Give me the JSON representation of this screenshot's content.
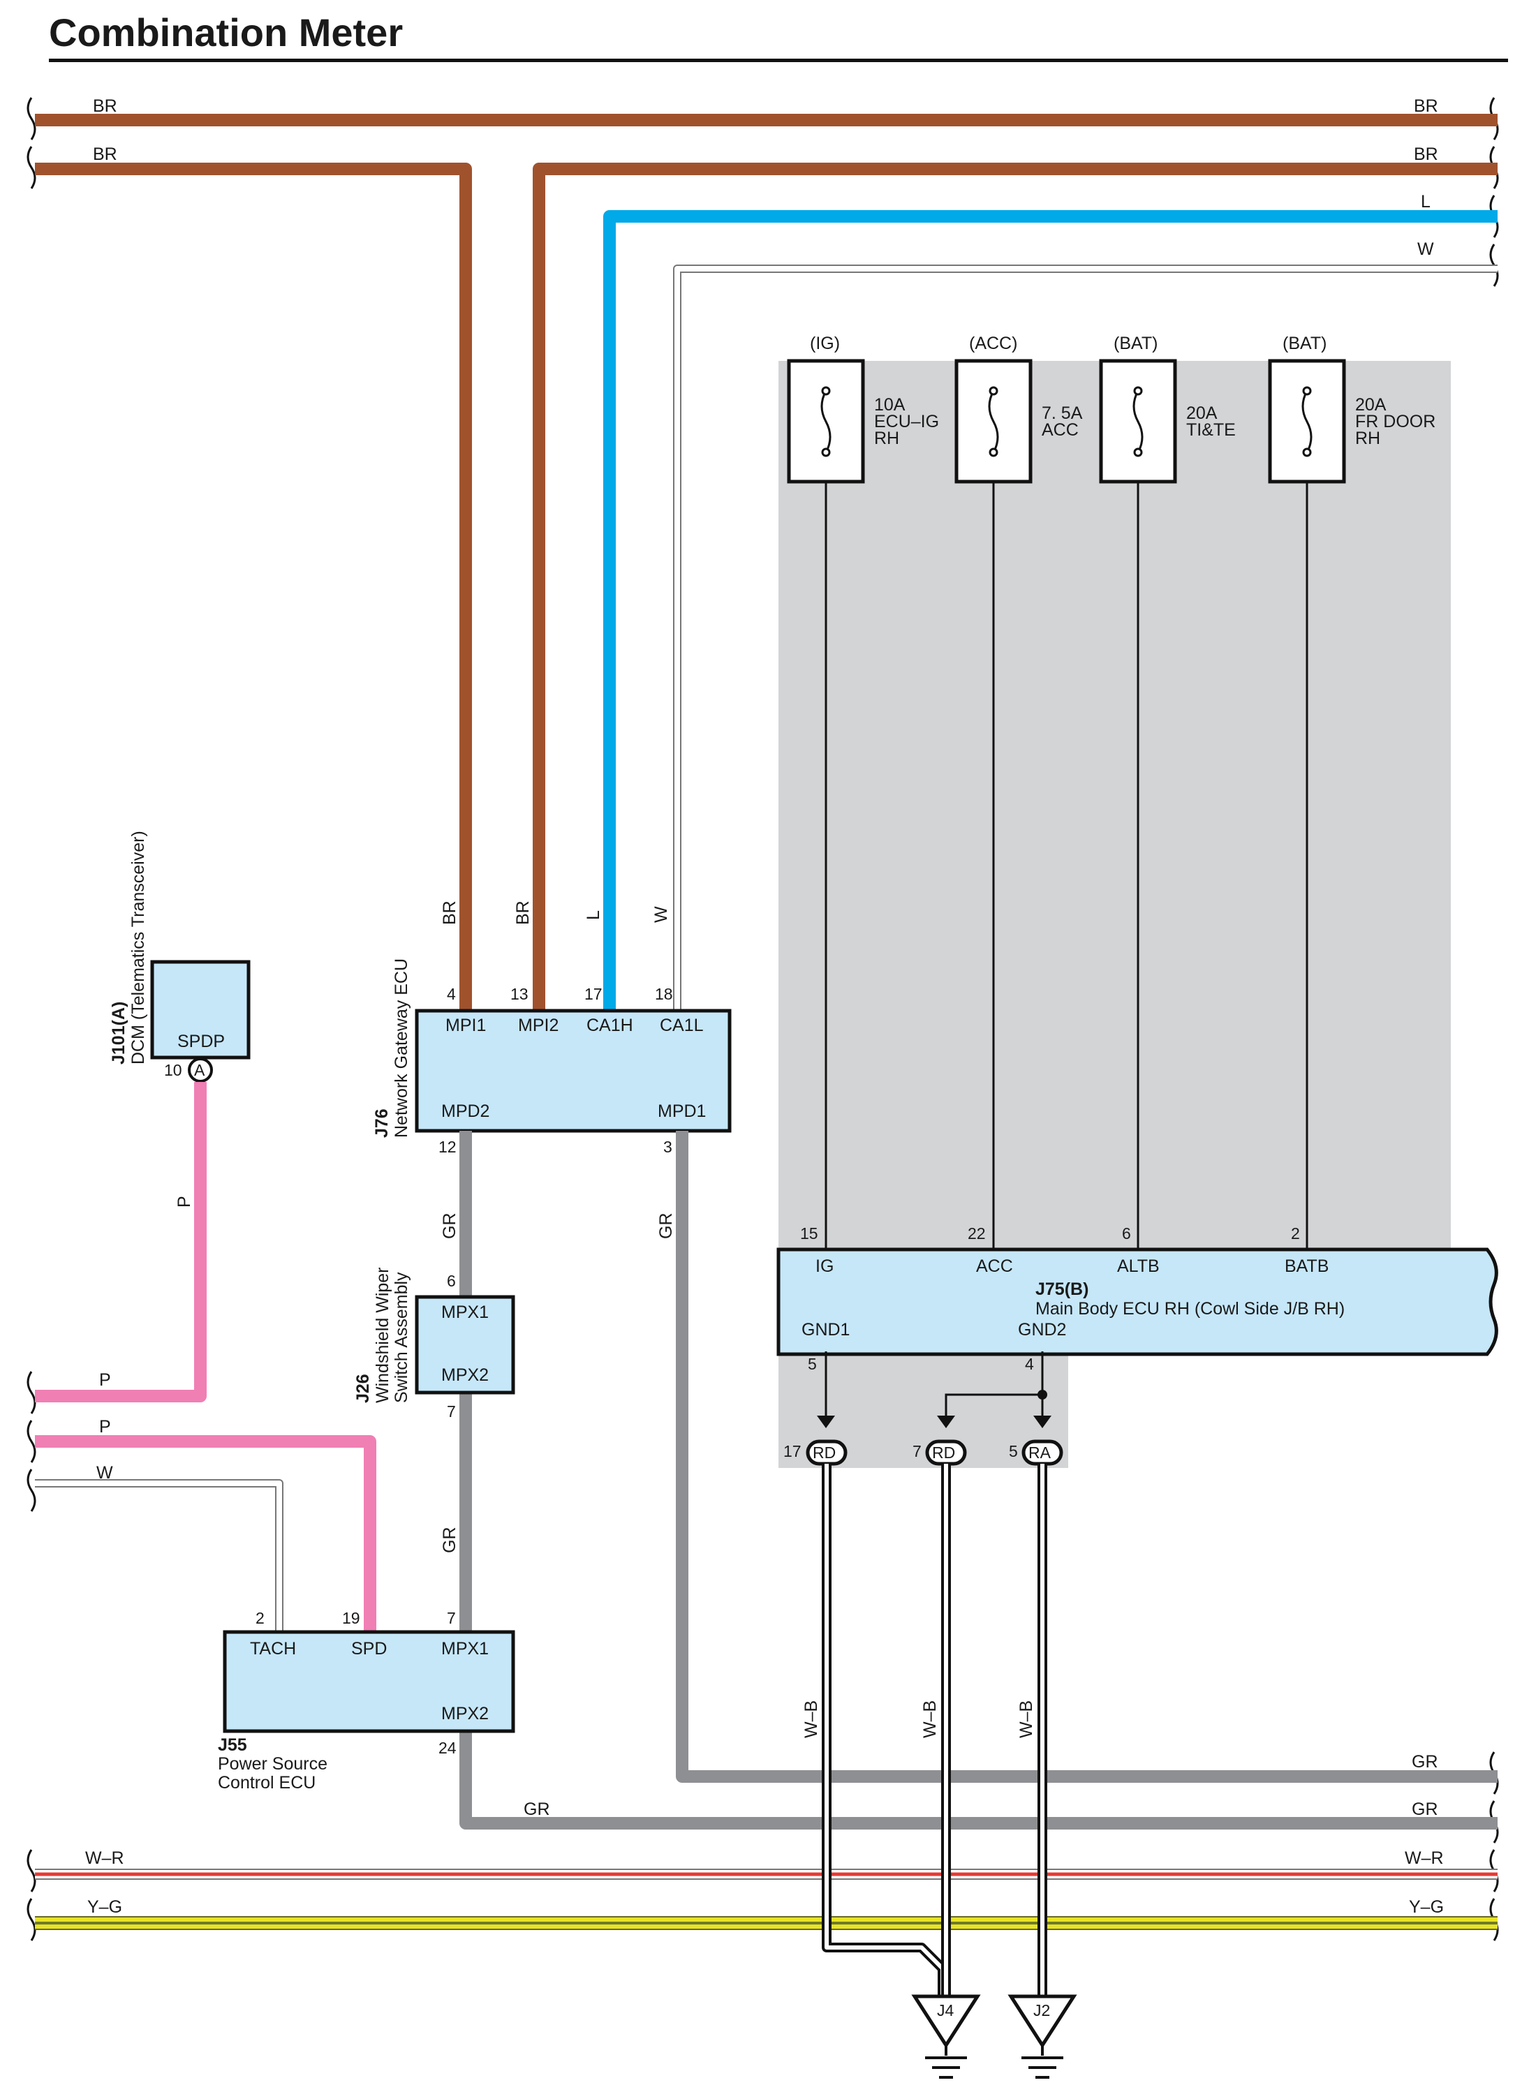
{
  "title": "Combination Meter",
  "colors": {
    "BR": "#a0522d",
    "L": "#00a9e8",
    "GR": "#8e8f93",
    "P": "#f07fb4",
    "W": "#9a9a9a",
    "WR": "#e53a34",
    "YG": "#e8e426",
    "ecu_fill": "#c6e7f8",
    "shade": "#d3d4d6"
  },
  "wires": {
    "br1": "BR",
    "br2": "BR",
    "l": "L",
    "w": "W",
    "p1": "P",
    "p2": "P",
    "w2": "W",
    "gr1": "GR",
    "gr2": "GR",
    "wr": "W–R",
    "yg": "Y–G",
    "wb": "W–B",
    "gr": "GR"
  },
  "dcm": {
    "id": "J101(A)",
    "name": "DCM (Telematics Transceiver)",
    "terminal": "SPDP",
    "pin": "10",
    "connector": "A"
  },
  "gateway": {
    "id": "J76",
    "name": "Network Gateway ECU",
    "pins": {
      "mpi1": "4",
      "mpi2": "13",
      "ca1h": "17",
      "ca1l": "18",
      "mpd2": "12",
      "mpd1": "3"
    },
    "terminals": {
      "mpi1": "MPI1",
      "mpi2": "MPI2",
      "ca1h": "CA1H",
      "ca1l": "CA1L",
      "mpd2": "MPD2",
      "mpd1": "MPD1"
    }
  },
  "wiper": {
    "id": "J26",
    "name_line1": "Windshield Wiper",
    "name_line2": "Switch Assembly",
    "pins": {
      "top": "6",
      "bottom": "7"
    },
    "terminals": {
      "top": "MPX1",
      "bottom": "MPX2"
    }
  },
  "power_ecu": {
    "id": "J55",
    "name_line1": "Power Source",
    "name_line2": "Control ECU",
    "pins": {
      "tach": "2",
      "spd": "19",
      "mpx1": "7",
      "mpx2": "24"
    },
    "terminals": {
      "tach": "TACH",
      "spd": "SPD",
      "mpx1": "MPX1",
      "mpx2": "MPX2"
    }
  },
  "fuses": [
    {
      "source": "(IG)",
      "amp": "10A",
      "name1": "ECU–IG",
      "name2": "RH"
    },
    {
      "source": "(ACC)",
      "amp": "7. 5A",
      "name1": "ACC",
      "name2": ""
    },
    {
      "source": "(BAT)",
      "amp": "20A",
      "name1": "TI&TE",
      "name2": ""
    },
    {
      "source": "(BAT)",
      "amp": "20A",
      "name1": "FR DOOR",
      "name2": "RH"
    }
  ],
  "body_ecu": {
    "id": "J75(B)",
    "name": "Main Body ECU RH (Cowl Side J/B RH)",
    "pins": {
      "ig": "15",
      "acc": "22",
      "altb": "6",
      "batb": "2",
      "gnd1": "5",
      "gnd2": "4"
    },
    "terminals": {
      "ig": "IG",
      "acc": "ACC",
      "altb": "ALTB",
      "batb": "BATB",
      "gnd1": "GND1",
      "gnd2": "GND2"
    }
  },
  "ground_connectors": [
    {
      "pin": "17",
      "code": "RD"
    },
    {
      "pin": "7",
      "code": "RD"
    },
    {
      "pin": "5",
      "code": "RA"
    }
  ],
  "grounds": {
    "j4": "J4",
    "j2": "J2"
  }
}
